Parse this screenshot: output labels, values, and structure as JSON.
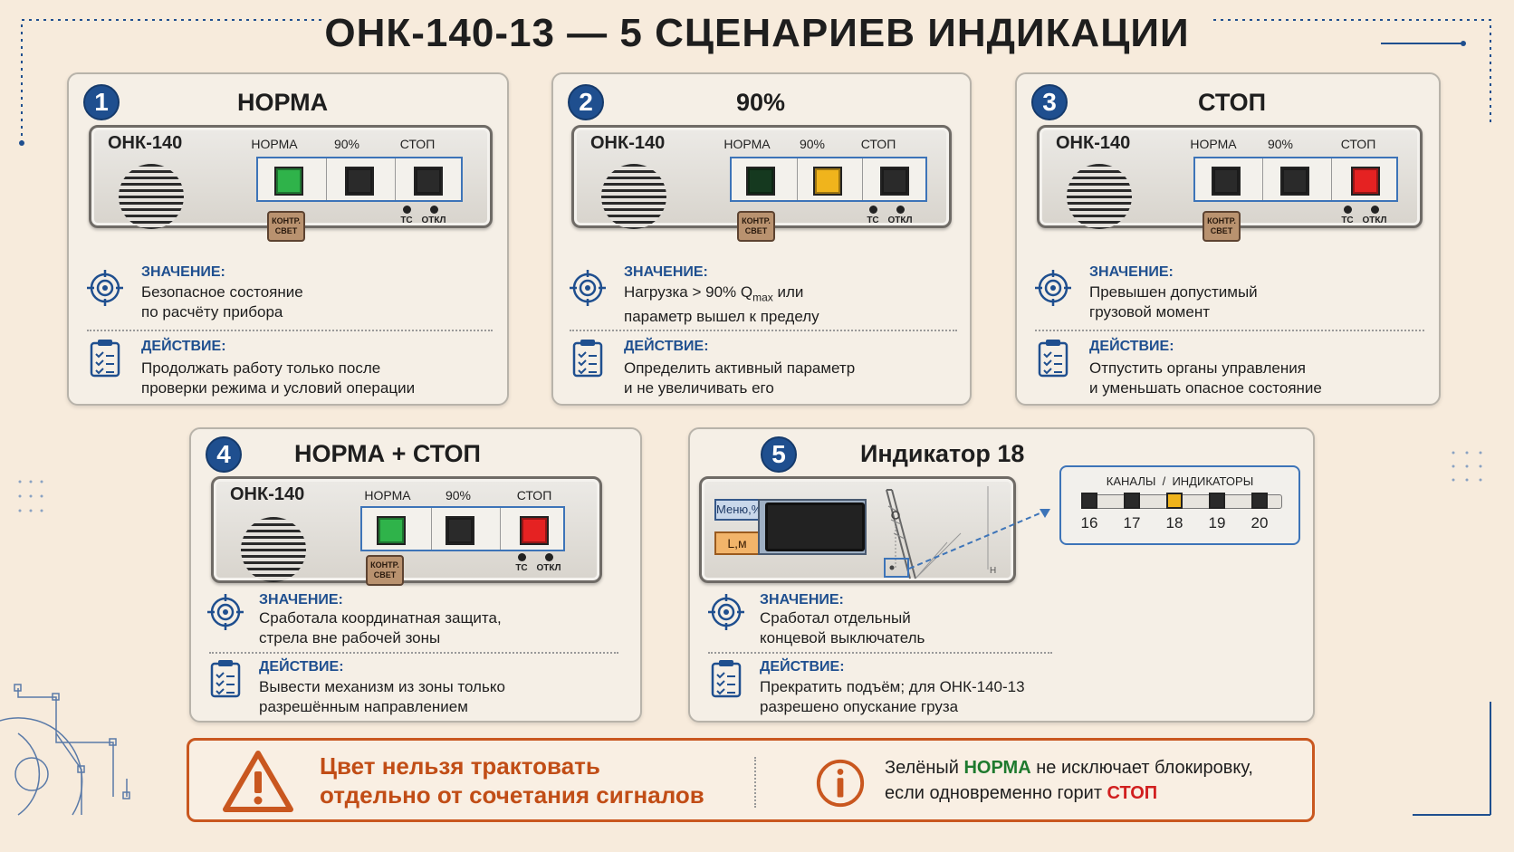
{
  "title": "ОНК-140-13 — 5 СЦЕНАРИЕВ ИНДИКАЦИИ",
  "colors": {
    "accent": "#1f4f8f",
    "warning": "#c9571f",
    "green": "#2fb34a",
    "yellow": "#f0b41c",
    "red": "#e52222",
    "off": "#2a2a2a"
  },
  "device": {
    "name": "ОНК-140",
    "lamp_labels": [
      "НОРМА",
      "90%",
      "СТОП"
    ],
    "button_label_1": "КОНТР.",
    "button_label_2": "СВЕТ",
    "led_labels": [
      "ТС",
      "ОТКЛ"
    ]
  },
  "meaning_label": "ЗНАЧЕНИЕ:",
  "action_label": "ДЕЙСТВИЕ:",
  "scenarios": [
    {
      "num": "1",
      "title": "НОРМА",
      "lamps": [
        "green",
        "off",
        "off"
      ],
      "meaning_1": "Безопасное состояние",
      "meaning_2": "по расчёту прибора",
      "action_1": "Продолжать работу только после",
      "action_2": "проверки режима и условий операции"
    },
    {
      "num": "2",
      "title": "90%",
      "lamps": [
        "darkgreen",
        "yellow",
        "off"
      ],
      "meaning_1a": "Нагрузка > 90% Q",
      "meaning_1sub": "max",
      "meaning_1b": " или",
      "meaning_2": "параметр вышел к пределу",
      "action_1": "Определить активный параметр",
      "action_2": "и не увеличивать его"
    },
    {
      "num": "3",
      "title": "СТОП",
      "lamps": [
        "off",
        "off",
        "red"
      ],
      "meaning_1": "Превышен допустимый",
      "meaning_2": "грузовой момент",
      "action_1": "Отпустить органы управления",
      "action_2": "и уменьшать опасное состояние"
    },
    {
      "num": "4",
      "title": "НОРМА + СТОП",
      "lamps": [
        "green",
        "off",
        "red"
      ],
      "meaning_1": "Сработала координатная защита,",
      "meaning_2": "стрела вне рабочей зоны",
      "action_1": "Вывести механизм из зоны только",
      "action_2": "разрешённым направлением"
    },
    {
      "num": "5",
      "title": "Индикатор 18",
      "display_btn_1": "Меню,%",
      "display_btn_2": "L,м",
      "crane_label": "H",
      "channels_title": "КАНАЛЫ  /  ИНДИКАТОРЫ",
      "channels": [
        {
          "num": "16",
          "state": "off"
        },
        {
          "num": "17",
          "state": "off"
        },
        {
          "num": "18",
          "state": "yellow"
        },
        {
          "num": "19",
          "state": "off"
        },
        {
          "num": "20",
          "state": "off"
        }
      ],
      "meaning_1": "Сработал отдельный",
      "meaning_2": "концевой выключатель",
      "action_1": "Прекратить подъём; для ОНК-140-13",
      "action_2": "разрешено опускание груза"
    }
  ],
  "warning": {
    "line_1": "Цвет нельзя трактовать",
    "line_2": "отдельно от сочетания сигналов"
  },
  "info": {
    "p1": "Зелёный ",
    "norma": "НОРМА",
    "p2": " не исключает блокировку,",
    "p3": "если одновременно горит ",
    "stop": "СТОП"
  }
}
